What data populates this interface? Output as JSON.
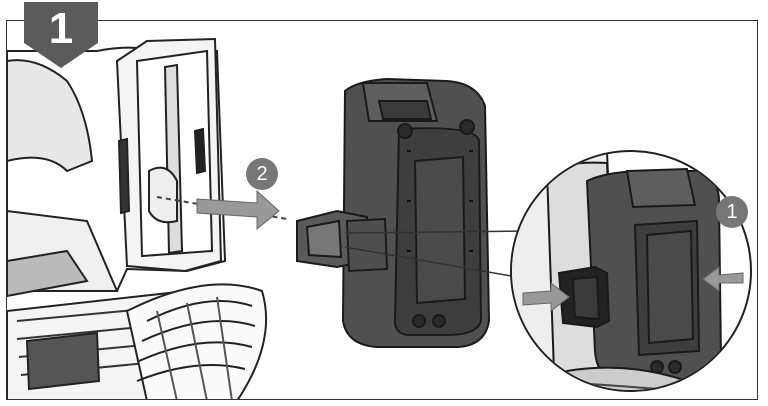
{
  "step": {
    "number": "1"
  },
  "callouts": [
    {
      "label": "2"
    },
    {
      "label": "1"
    }
  ]
}
